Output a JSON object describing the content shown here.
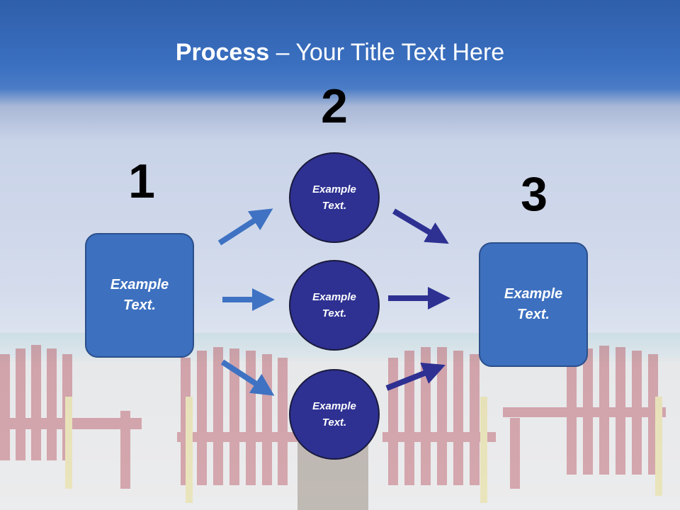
{
  "slide": {
    "title_bold": "Process",
    "title_rest": " – Your Title Text Here"
  },
  "steps": {
    "step1_number": "1",
    "step2_number": "2",
    "step3_number": "3"
  },
  "boxes": {
    "left_text": "Example Text.",
    "right_text": "Example Text."
  },
  "circles": {
    "top_text": "Example Text.",
    "middle_text": "Example Text.",
    "bottom_text": "Example Text."
  },
  "colors": {
    "box_fill": "#3d70bf",
    "circle_fill": "#2e3192",
    "light_arrow": "#3f72c2",
    "dark_arrow": "#2e3192",
    "title_band": "#2f5faa"
  }
}
